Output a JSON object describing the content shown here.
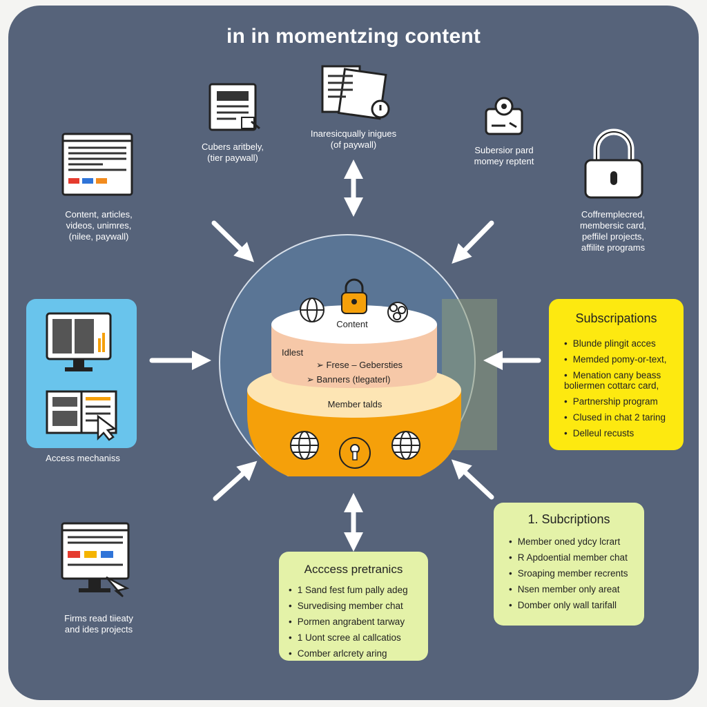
{
  "title": "in in momentzing content",
  "top_items": [
    {
      "id": "paywall",
      "label": "Cubers aritbely,\n(tier paywall)",
      "icon": "article-cursor-icon"
    },
    {
      "id": "quality",
      "label": "Inaresicqually inigues\n(of paywall)",
      "icon": "documents-stamp-icon"
    },
    {
      "id": "sub-card",
      "label": "Subersior pard\nmomey reptent",
      "icon": "id-card-icon"
    }
  ],
  "left_items": [
    {
      "id": "content",
      "label": "Content, articles,\nvideos, unimres,\n(nilee, paywall)",
      "icon": "browser-window-icon"
    },
    {
      "id": "ads",
      "label": "Firms read tiieaty\nand ides projects",
      "icon": "monitor-ads-icon"
    }
  ],
  "right_top_label": "Coffremplecred,\nmembersic card,\npeffilel projects,\naffilite programs",
  "access_box": {
    "label": "Access mechaniss"
  },
  "center": {
    "top_layer": "Content",
    "middle_title": "Idlest",
    "middle_lines": [
      "➢ Frese  – Gebersties",
      "➢ Banners (tlegaterl)"
    ],
    "bottom_layer": "Member talds"
  },
  "subscriptions_box": {
    "title": "Subscripations",
    "items": [
      "Blunde plingit acces",
      "Memded pomy-or-text,",
      "Menation cany beass\nboliermen cottarc card,",
      "Partnership program",
      "Clused in chat 2 taring",
      "Delleul recusts"
    ],
    "color": "#fde910"
  },
  "subscriptions2_box": {
    "title": "1. Subcriptions",
    "items": [
      "Member oned ydcy lcrart",
      "R Apdoential member chat",
      "Sroaping member recrents",
      "Nsen member only areat",
      "Domber only wall tarifall"
    ],
    "color": "#e4f2a8"
  },
  "access_practices_box": {
    "title": "Acccess pretranics",
    "items": [
      "1 Sand fest fum pally adeg",
      "Survedising member chat",
      "Pormen angrabent tarway",
      "1 Uont scree al callcatios",
      "Comber arlcrety aring"
    ],
    "color": "#e4f2a8"
  },
  "colors": {
    "background": "#56637a",
    "circle": "#5a7595",
    "orange": "#f5a00a",
    "peach": "#f6c8a8",
    "access_box": "#69c4ec"
  }
}
